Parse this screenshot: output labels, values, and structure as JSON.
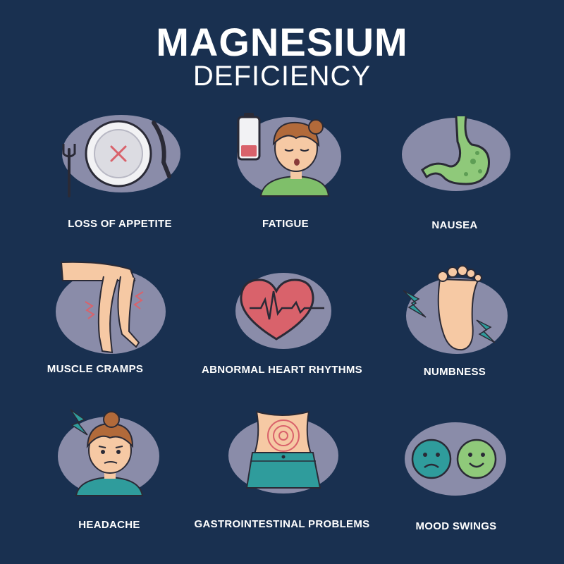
{
  "header": {
    "title": "MAGNESIUM",
    "subtitle": "DEFICIENCY"
  },
  "colors": {
    "background": "#193050",
    "blob": "#8a8ca9",
    "skin": "#f6c9a4",
    "heart": "#d9626b",
    "green": "#7fbf6a",
    "teal": "#2f9c9c"
  },
  "symptoms": [
    {
      "label": "LOSS OF APPETITE",
      "icon": "plate-fork-knife-icon"
    },
    {
      "label": "FATIGUE",
      "icon": "tired-woman-low-battery-icon"
    },
    {
      "label": "NAUSEA",
      "icon": "stomach-icon"
    },
    {
      "label": "MUSCLE CRAMPS",
      "icon": "legs-cramp-icon"
    },
    {
      "label": "ABNORMAL HEART RHYTHMS",
      "icon": "heart-ecg-icon"
    },
    {
      "label": "NUMBNESS",
      "icon": "foot-numbness-icon"
    },
    {
      "label": "HEADACHE",
      "icon": "woman-headache-icon"
    },
    {
      "label": "GASTROINTESTINAL PROBLEMS",
      "icon": "belly-pain-icon"
    },
    {
      "label": "MOOD SWINGS",
      "icon": "sad-happy-faces-icon"
    }
  ]
}
